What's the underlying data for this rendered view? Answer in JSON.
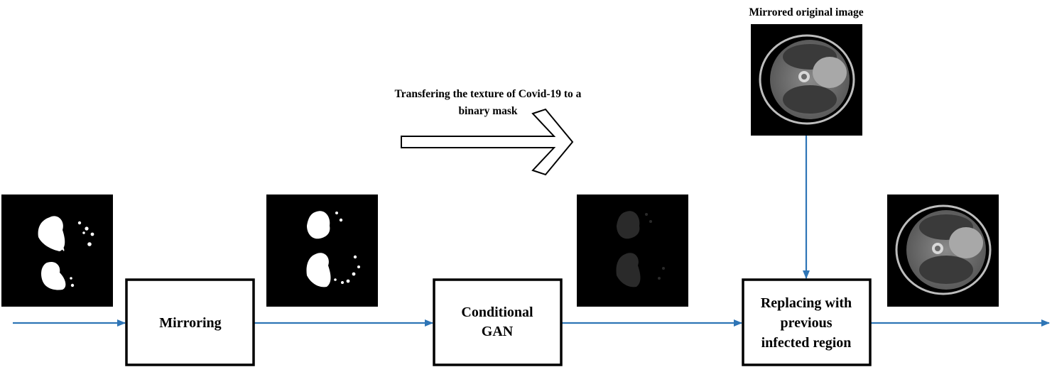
{
  "boxes": {
    "mirroring": "Mirroring",
    "gan_line1": "Conditional",
    "gan_line2": "GAN",
    "replace_line1": "Replacing with",
    "replace_line2": "previous",
    "replace_line3": "infected region"
  },
  "annotations": {
    "texture_line1": "Transfering the texture of Covid-19 to a",
    "texture_line2": "binary mask",
    "mirrored_original": "Mirrored original image"
  },
  "colors": {
    "flow_arrow": "#2e75b6",
    "box_border": "#000000",
    "image_background": "#000000"
  }
}
